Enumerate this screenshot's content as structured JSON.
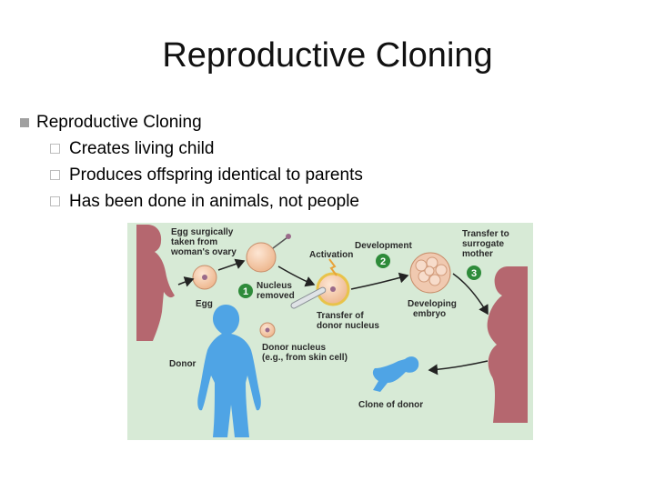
{
  "slide": {
    "title": "Reproductive Cloning",
    "bullets": [
      {
        "text": "Reproductive Cloning",
        "level": 1
      },
      {
        "text": "Creates living child",
        "level": 2
      },
      {
        "text": "Produces offspring identical to parents",
        "level": 2
      },
      {
        "text": "Has been done in animals, not people",
        "level": 2
      }
    ]
  },
  "figure": {
    "labels": {
      "egg_taken_1": "Egg surgically",
      "egg_taken_2": "taken from",
      "egg_taken_3": "woman's ovary",
      "activation": "Activation",
      "development": "Development",
      "transfer_1": "Transfer to",
      "transfer_2": "surrogate",
      "transfer_3": "mother",
      "egg": "Egg",
      "nucleus_1": "Nucleus",
      "nucleus_2": "removed",
      "developing_1": "Developing",
      "developing_2": "embryo",
      "tdn_1": "Transfer of",
      "tdn_2": "donor nucleus",
      "donor_nucleus_1": "Donor nucleus",
      "donor_nucleus_2": "(e.g., from skin cell)",
      "donor": "Donor",
      "clone": "Clone of donor",
      "step1": "1",
      "step2": "2",
      "step3": "3"
    },
    "colors": {
      "background": "#d7ead6",
      "woman": "#b5676f",
      "donor": "#4fa4e5",
      "step_circle": "#2e8b3a",
      "cell": "#f4c7a8"
    }
  }
}
